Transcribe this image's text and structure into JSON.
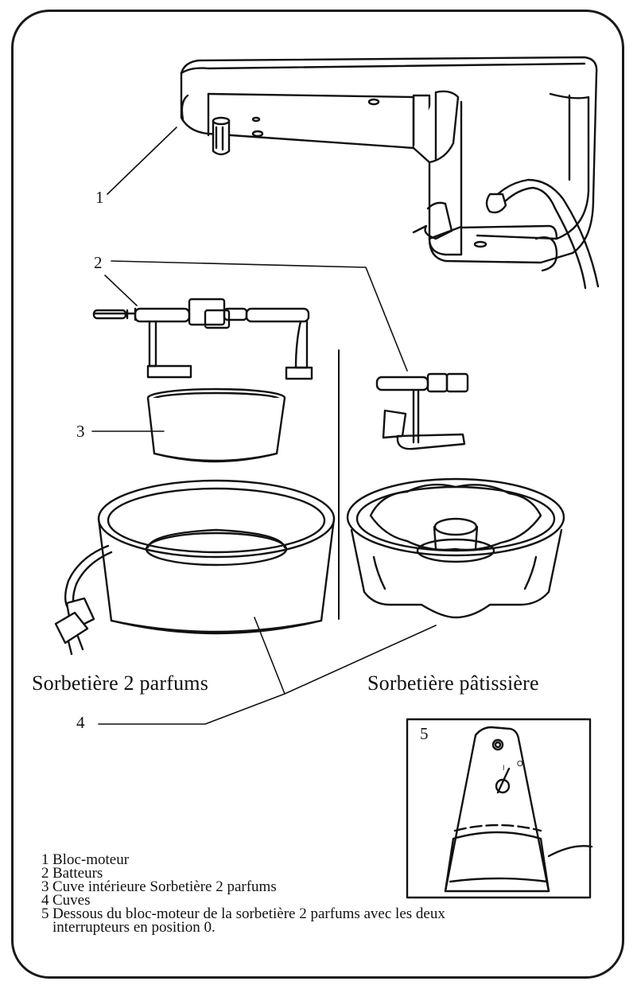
{
  "callouts": {
    "c1": "1",
    "c2": "2",
    "c3": "3",
    "c4": "4",
    "c5": "5"
  },
  "captions": {
    "left": "Sorbetière 2 parfums",
    "right": "Sorbetière pâtissière"
  },
  "legend": [
    {
      "num": "1",
      "text": "Bloc-moteur"
    },
    {
      "num": "2",
      "text": "Batteurs"
    },
    {
      "num": "3",
      "text": "Cuve intérieure Sorbetière 2 parfums"
    },
    {
      "num": "4",
      "text": "Cuves"
    },
    {
      "num": "5",
      "text": "Dessous du bloc-moteur de la sorbetière 2 parfums avec les deux",
      "cont": "interrupteurs en position 0."
    }
  ],
  "switch_marks": {
    "one": "I",
    "zero": "O"
  }
}
